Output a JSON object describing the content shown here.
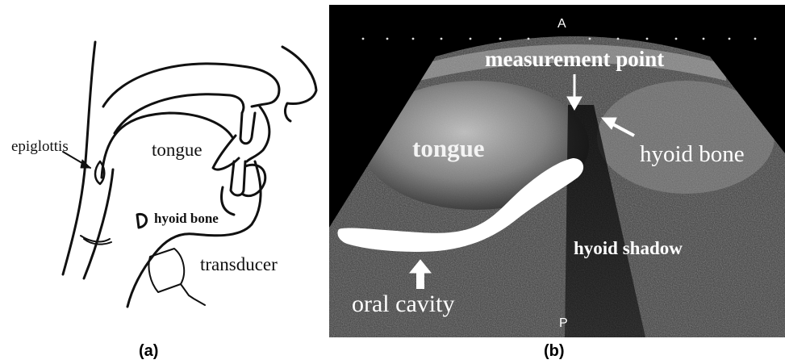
{
  "panel_a": {
    "caption": "(a)",
    "labels": {
      "epiglottis": "epiglottis",
      "tongue": "tongue",
      "hyoid_bone": "hyoid bone",
      "transducer": "transducer"
    }
  },
  "panel_b": {
    "caption": "(b)",
    "orientation_top": "A",
    "orientation_bottom": "P",
    "labels": {
      "measurement_point": "measurement point",
      "tongue": "tongue",
      "hyoid_bone": "hyoid bone",
      "hyoid_shadow": "hyoid shadow",
      "oral_cavity": "oral cavity"
    }
  }
}
